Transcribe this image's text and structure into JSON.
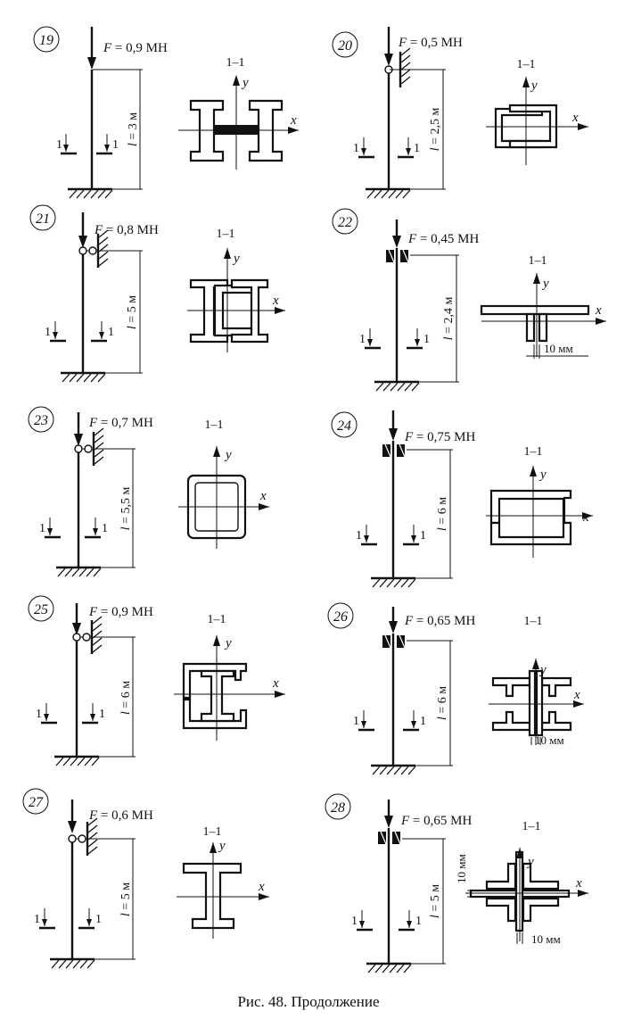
{
  "caption": "Рис. 48. Продолжение",
  "section_label": "1–1",
  "cut_mark": "1",
  "axis_x": "x",
  "axis_y": "y",
  "force_symbol": "F",
  "length_symbol": "l",
  "problems": [
    {
      "number": "19",
      "force": " = 0,9 МН",
      "length": " = 3 м",
      "top_support": "none",
      "section": "double-i-welded"
    },
    {
      "number": "20",
      "force": " = 0,5 МН",
      "length": " = 2,5 м",
      "top_support": "pin",
      "section": "box-two-channels"
    },
    {
      "number": "21",
      "force": " = 0,8 МН",
      "length": " = 5 м",
      "top_support": "pin",
      "section": "i-beam-two-channels"
    },
    {
      "number": "22",
      "force": " = 0,45 МН",
      "length": " = 2,4 м",
      "top_support": "guide",
      "section": "t-angles-plate",
      "gap": "10 мм"
    },
    {
      "number": "23",
      "force": " = 0,7 МН",
      "length": " = 5,5 м",
      "top_support": "pin",
      "section": "box-channels-rounded"
    },
    {
      "number": "24",
      "force": " = 0,75 МН",
      "length": " = 6 м",
      "top_support": "guide",
      "section": "box-channels-wide"
    },
    {
      "number": "25",
      "force": " = 0,9 МН",
      "length": " = 6 м",
      "top_support": "pin",
      "section": "i-beam-in-channels"
    },
    {
      "number": "26",
      "force": " = 0,65 МН",
      "length": " = 6 м",
      "top_support": "guide",
      "section": "angles-plate-h",
      "gap": "10 мм"
    },
    {
      "number": "27",
      "force": " = 0,6 МН",
      "length": " = 5 м",
      "top_support": "pin",
      "section": "i-beam"
    },
    {
      "number": "28",
      "force": " = 0,65 МН",
      "length": " = 5 м",
      "top_support": "guide",
      "section": "cross-angles",
      "gap_v": "10 мм",
      "gap_h": "10 мм"
    }
  ]
}
